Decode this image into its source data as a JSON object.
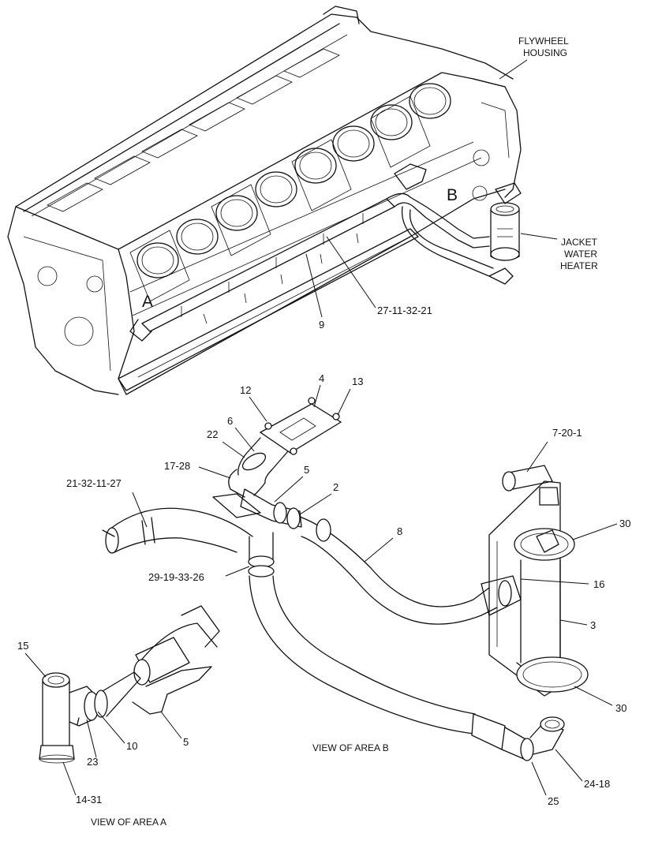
{
  "labels": {
    "flywheel_housing": [
      "FLYWHEEL",
      "HOUSING"
    ],
    "jacket_water_heater": [
      "JACKET",
      "WATER",
      "HEATER"
    ],
    "view_area_a": "VIEW OF AREA  A",
    "view_area_b": "VIEW OF AREA  B"
  },
  "area_letters": {
    "a": "A",
    "b": "B"
  },
  "callouts": {
    "c_9": "9",
    "c_27_11_32_21": "27-11-32-21",
    "c_4": "4",
    "c_12": "12",
    "c_13": "13",
    "c_6": "6",
    "c_22": "22",
    "c_17_28": "17-28",
    "c_5_b": "5",
    "c_2": "2",
    "c_21_32_11_27": "21-32-11-27",
    "c_8": "8",
    "c_29_19_33_26": "29-19-33-26",
    "c_7_20_1": "7-20-1",
    "c_30_top": "30",
    "c_16": "16",
    "c_3": "3",
    "c_30_bottom": "30",
    "c_24_18": "24-18",
    "c_25": "25",
    "c_15": "15",
    "c_10": "10",
    "c_5_a": "5",
    "c_23": "23",
    "c_14_31": "14-31"
  }
}
